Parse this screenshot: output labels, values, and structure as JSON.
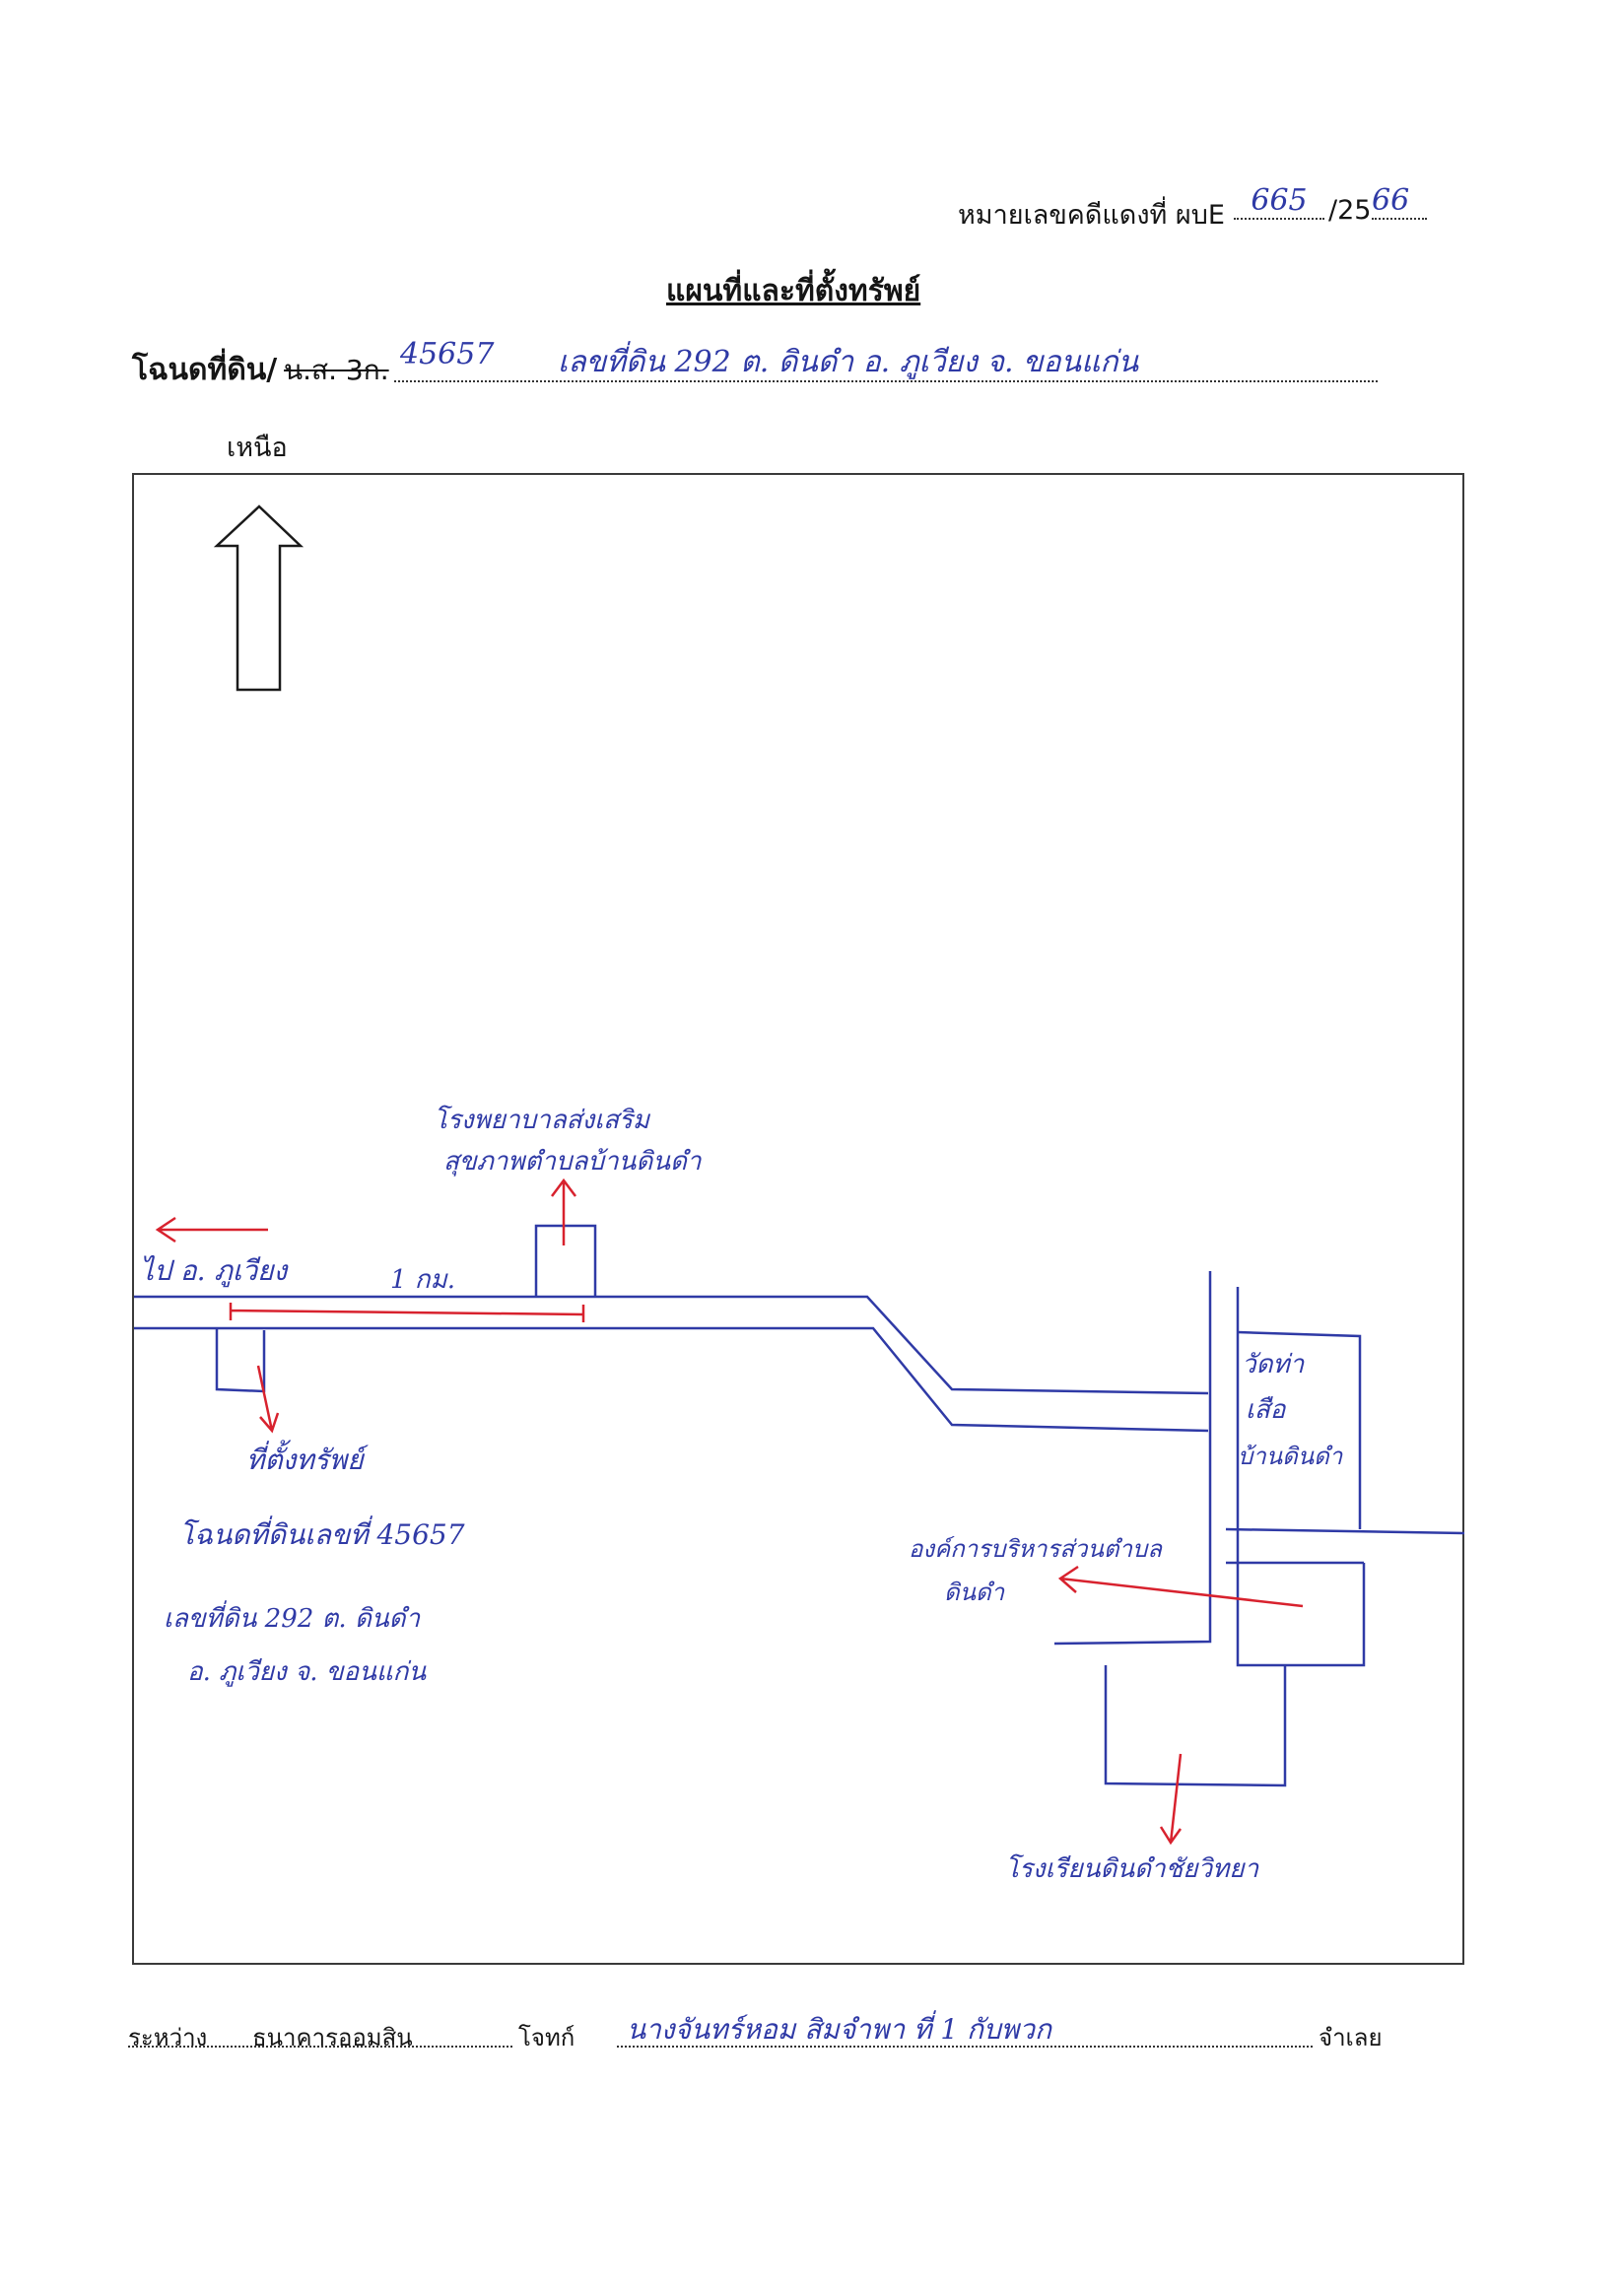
{
  "header": {
    "case_label": "หมายเลขคดีแดงที่ ผบE",
    "case_number": "665",
    "year_prefix": "/25",
    "year_suffix": "66"
  },
  "title": "แผนที่และที่ตั้งทรัพย์",
  "deed_line": {
    "label": "โฉนดที่ดิน/",
    "struck_label": "น.ส. 3ก.",
    "deed_number": "45657",
    "parcel_text": "เลขที่ดิน 292 ต. ดินดำ อ. ภูเวียง จ. ขอนแก่น"
  },
  "map": {
    "north_label": "เหนือ",
    "hospital_label_1": "โรงพยาบาลส่งเสริม",
    "hospital_label_2": "สุขภาพตำบลบ้านดินดำ",
    "to_phuwiang": "ไป อ. ภูเวียง",
    "distance": "1 กม.",
    "temple_1": "วัดท่า",
    "temple_2": "เสือ",
    "temple_3": "บ้านดินดำ",
    "property_label": "ที่ตั้งทรัพย์",
    "property_detail_1": "โฉนดที่ดินเลขที่ 45657",
    "property_detail_2": "เลขที่ดิน 292 ต. ดินดำ",
    "property_detail_3": "อ. ภูเวียง จ. ขอนแก่น",
    "sao_1": "องค์การบริหารส่วนตำบล",
    "sao_2": "ดินดำ",
    "school": "โรงเรียนดินดำชัยวิทยา",
    "colors": {
      "ink_blue": "#2f3aa6",
      "ink_red": "#d8222e"
    }
  },
  "footer": {
    "between_label": "ระหว่าง",
    "plaintiff_name": "ธนาคารออมสิน",
    "plaintiff_label": "โจทก์",
    "defendant_name": "นางจันทร์หอม สิมจำพา ที่ 1 กับพวก",
    "defendant_label": "จำเลย"
  }
}
